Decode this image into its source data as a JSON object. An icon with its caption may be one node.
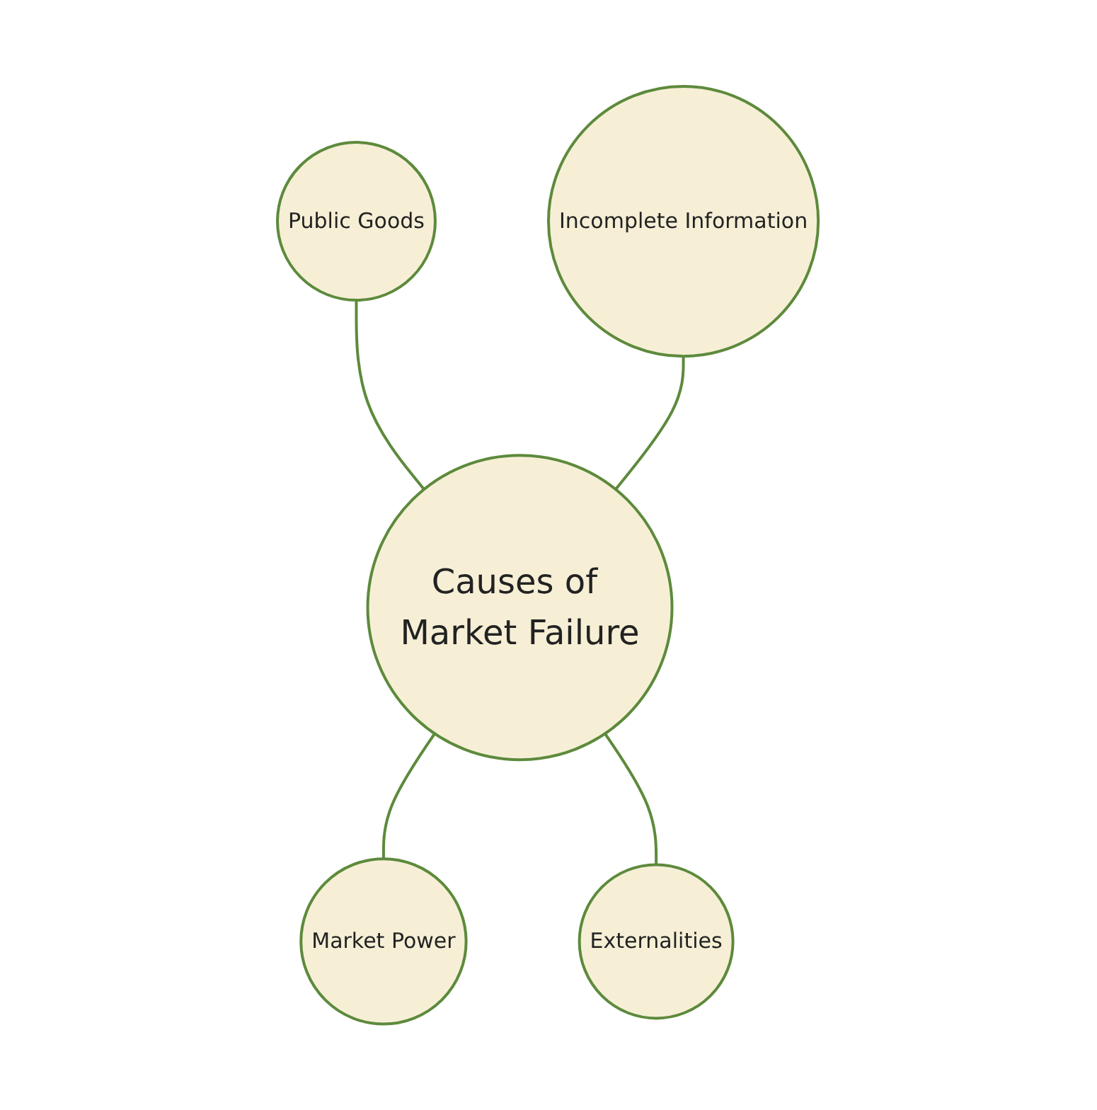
{
  "diagram": {
    "nodes": [
      {
        "text": [
          "Public Goods"
        ]
      },
      {
        "text": [
          "Incomplete Information"
        ]
      },
      {
        "text": [
          "Causes of Market Failure"
        ]
      },
      {
        "text": [
          "Market Power"
        ]
      },
      {
        "text": [
          "Externalities"
        ]
      }
    ],
    "edges": [
      {
        "from": 0,
        "to": 2,
        "arrow": "none"
      },
      {
        "from": 1,
        "to": 2,
        "arrow": "none"
      },
      {
        "from": 2,
        "to": 3,
        "arrow": "none"
      },
      {
        "from": 2,
        "to": 4,
        "arrow": "none"
      }
    ]
  }
}
